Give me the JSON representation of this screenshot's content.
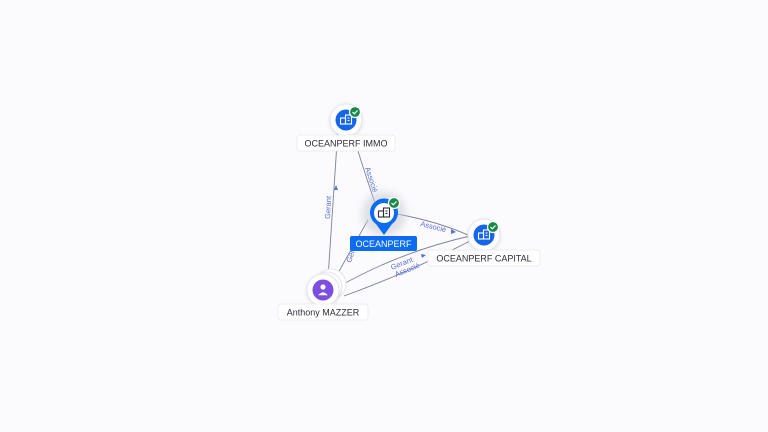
{
  "nodes": {
    "focus": {
      "label": "OCEANPERF",
      "type": "company",
      "verified": true
    },
    "immo": {
      "label": "OCEANPERF IMMO",
      "type": "company",
      "verified": true
    },
    "capital": {
      "label": "OCEANPERF CAPITAL",
      "type": "company",
      "verified": true
    },
    "person": {
      "label": "Anthony MAZZER",
      "type": "person",
      "verified": false
    }
  },
  "edges": {
    "immo_focus": "Associé",
    "focus_capital": "Associé",
    "person_immo": "Gerant",
    "person_focus": "Gerant",
    "person_capital_1": "Gerant",
    "person_capital_2": "Associé"
  },
  "icons": {
    "company": "building-icon",
    "person": "person-icon",
    "verified": "check-badge-icon"
  },
  "colors": {
    "accent": "#0b6cf2",
    "company_node": "#1565e8",
    "person_node": "#7b4fe0",
    "verified_badge": "#1a8a4a",
    "edge": "#7c8294",
    "edge_label": "#5a6fd8"
  }
}
